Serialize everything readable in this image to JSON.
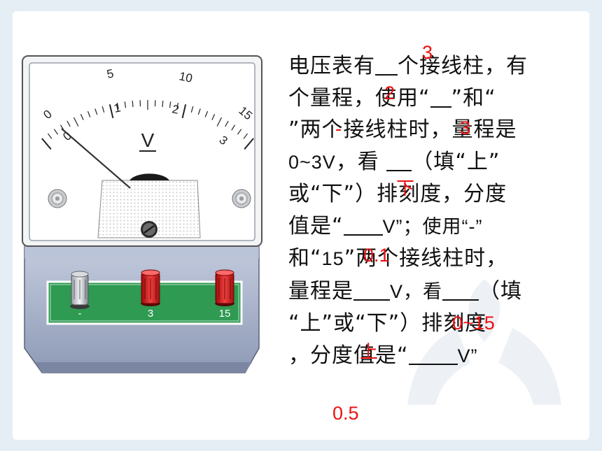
{
  "meter": {
    "upper_scale": [
      "5",
      "10",
      "15"
    ],
    "upper_zero": "0",
    "lower_scale": [
      "1",
      "2",
      "3"
    ],
    "lower_zero": "0",
    "unit": "V",
    "terminals": [
      "-",
      "3",
      "15"
    ]
  },
  "question": {
    "line1_a": "电压表有",
    "line1_b": "个接线柱，有",
    "line2_a": "个量程，",
    "line2_b": "使用“",
    "line2_c": "”和“",
    "line3_a": "”两个接线柱时，量程是",
    "line4_a": "0~3V",
    "line4_b": "，看",
    "line4_c": "（填“上”",
    "line5_a": "或“下”）",
    "line5_b": "排刻度，分度",
    "line6_a": "值是“",
    "line6_b": "V”；使用“-”",
    "line7_a": "和“",
    "line7_b": "15",
    "line7_c": "”两个接线柱时，",
    "line8_a": "量程是",
    "line8_b": "V，看",
    "line8_c": "（填",
    "line9_a": "“上”或“下”）",
    "line9_b": "排刻度",
    "line10_a": "，分度值是“",
    "line10_b": "V”"
  },
  "answers": {
    "terminals_count": "3",
    "ranges_count": "2",
    "minus_sign": "-",
    "three": "3",
    "lower": "下",
    "division_small": "0.1",
    "range_large": "0~15",
    "upper": "上",
    "division_large": "0.5"
  },
  "colors": {
    "answer": "#ee1111",
    "meter_body": "#a9b4cc",
    "terminal_panel": "#2e9a52",
    "terminal_red": "#d01818"
  }
}
